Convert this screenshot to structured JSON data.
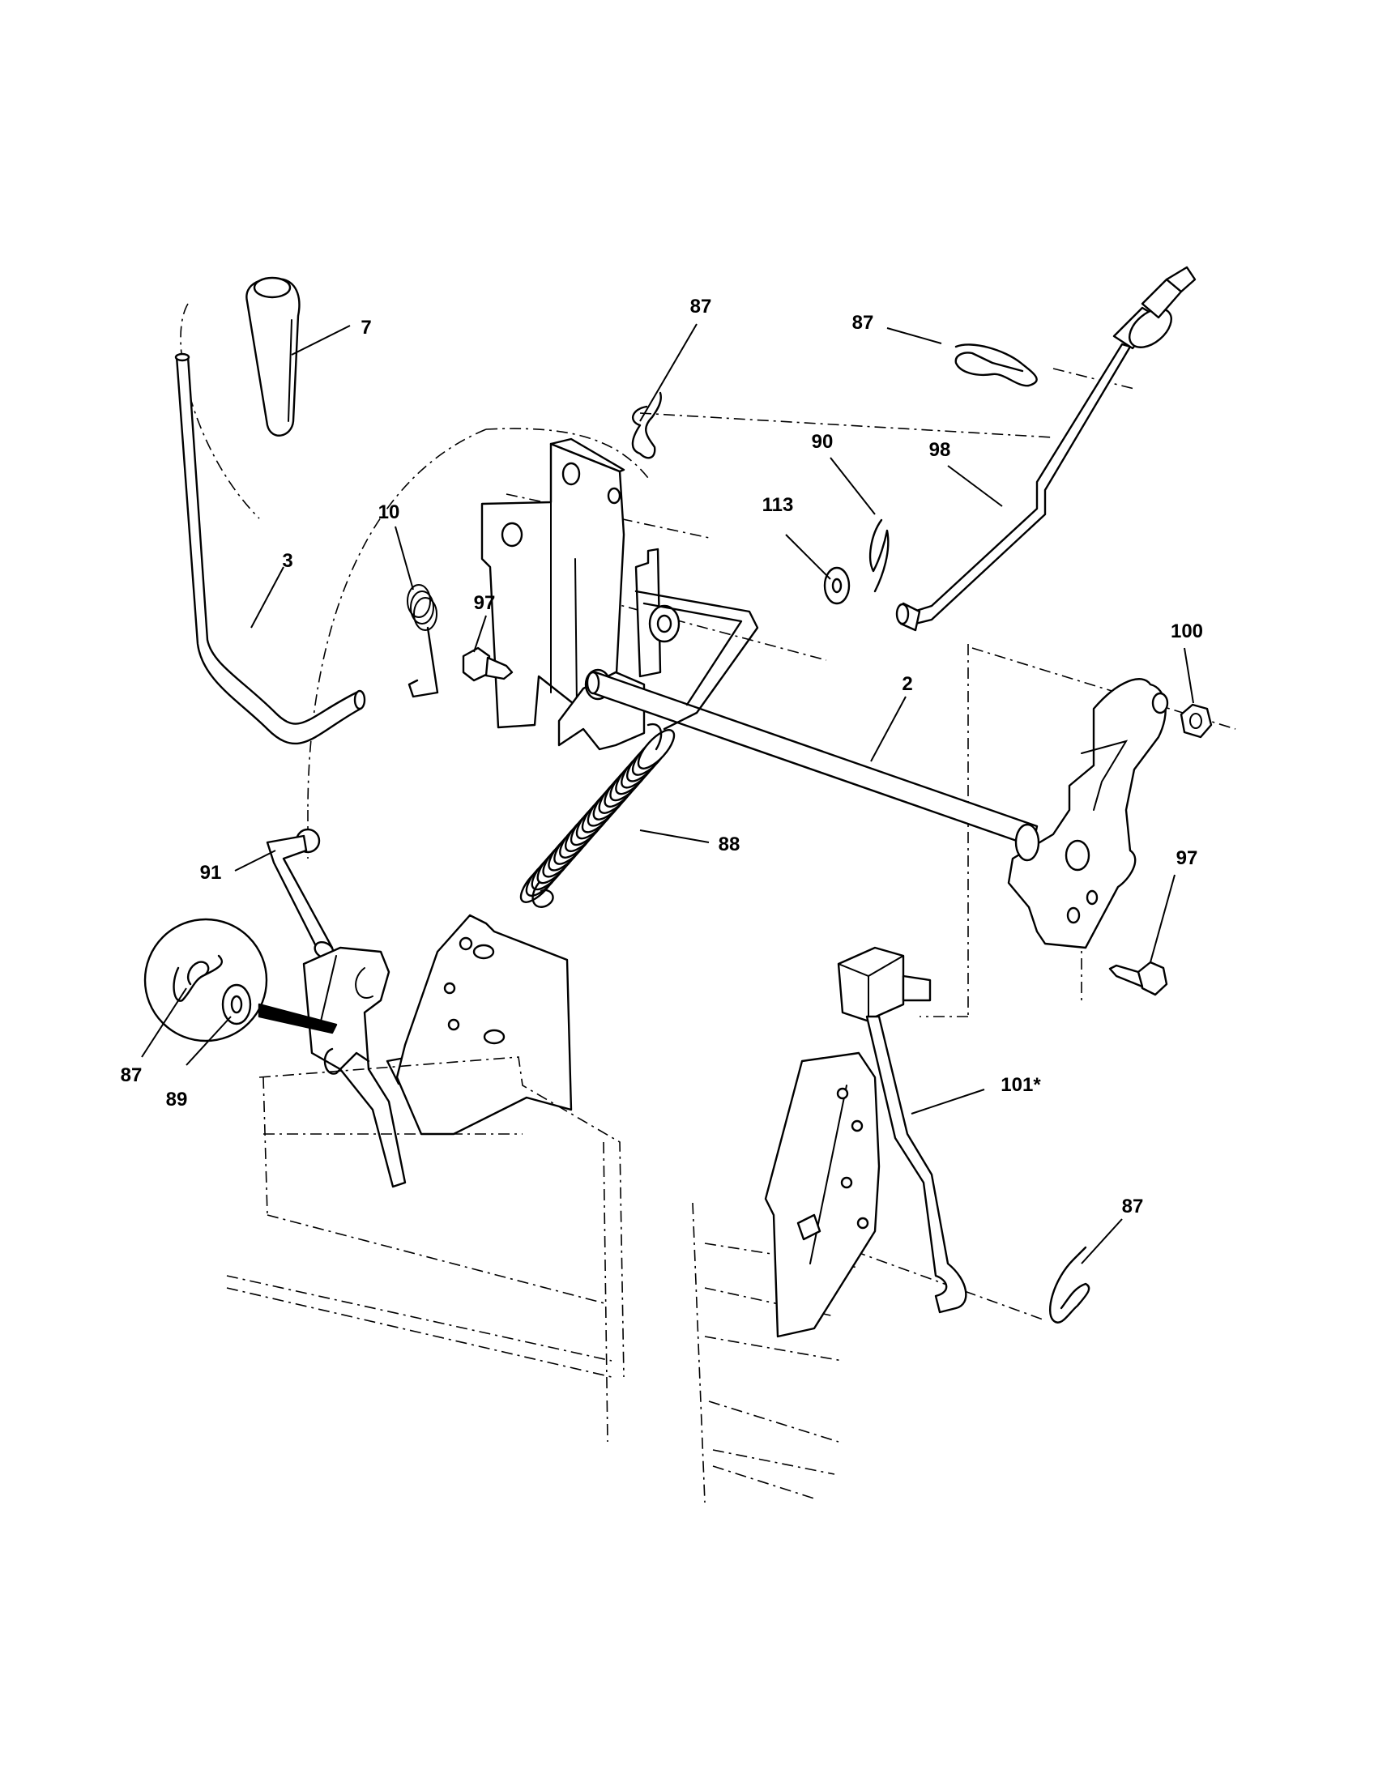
{
  "callouts": [
    {
      "id": "7",
      "text": "7"
    },
    {
      "id": "3",
      "text": "3"
    },
    {
      "id": "10",
      "text": "10"
    },
    {
      "id": "97a",
      "text": "97"
    },
    {
      "id": "87a",
      "text": "87"
    },
    {
      "id": "87b",
      "text": "87"
    },
    {
      "id": "90",
      "text": "90"
    },
    {
      "id": "98",
      "text": "98"
    },
    {
      "id": "113",
      "text": "113"
    },
    {
      "id": "100",
      "text": "100"
    },
    {
      "id": "2",
      "text": "2"
    },
    {
      "id": "88",
      "text": "88"
    },
    {
      "id": "91",
      "text": "91"
    },
    {
      "id": "97b",
      "text": "97"
    },
    {
      "id": "87c",
      "text": "87"
    },
    {
      "id": "89",
      "text": "89"
    },
    {
      "id": "101",
      "text": "101*"
    },
    {
      "id": "87d",
      "text": "87"
    }
  ]
}
